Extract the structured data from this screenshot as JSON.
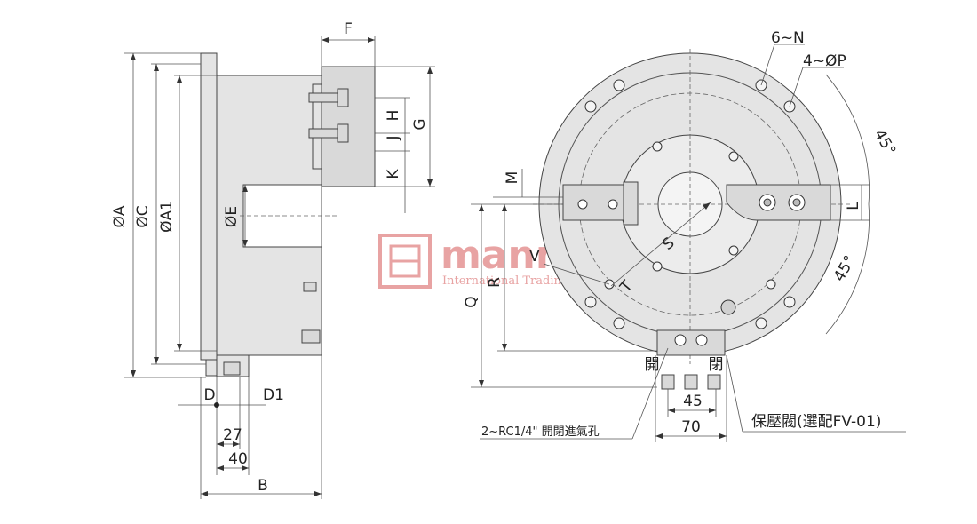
{
  "labels": {
    "F": "F",
    "G": "G",
    "H": "H",
    "J": "J",
    "K": "K",
    "A": "ØA",
    "C": "ØC",
    "A1": "ØA1",
    "E": "ØE",
    "D": "D",
    "D1": "D1",
    "d27": "27",
    "d40": "40",
    "B": "B",
    "N": "6~N",
    "P": "4~ØP",
    "angle_top": "45°",
    "angle_bottom": "45°",
    "M": "M",
    "L": "L",
    "S": "S",
    "V": "V",
    "T": "T",
    "R": "R",
    "Q": "Q",
    "open_left": "開",
    "open_right": "閉",
    "d45": "45",
    "d70": "70",
    "port_note": "2~RC1/4\" 開閉進氣孔",
    "valve_note": "保壓閥(選配FV-01)"
  },
  "watermark": {
    "brand": "mannian",
    "subtitle": "International Trading Co., Ltd"
  },
  "colors": {
    "line": "#333333",
    "part_fill": "#e4e4e4",
    "watermark": "#e8a3a3"
  }
}
